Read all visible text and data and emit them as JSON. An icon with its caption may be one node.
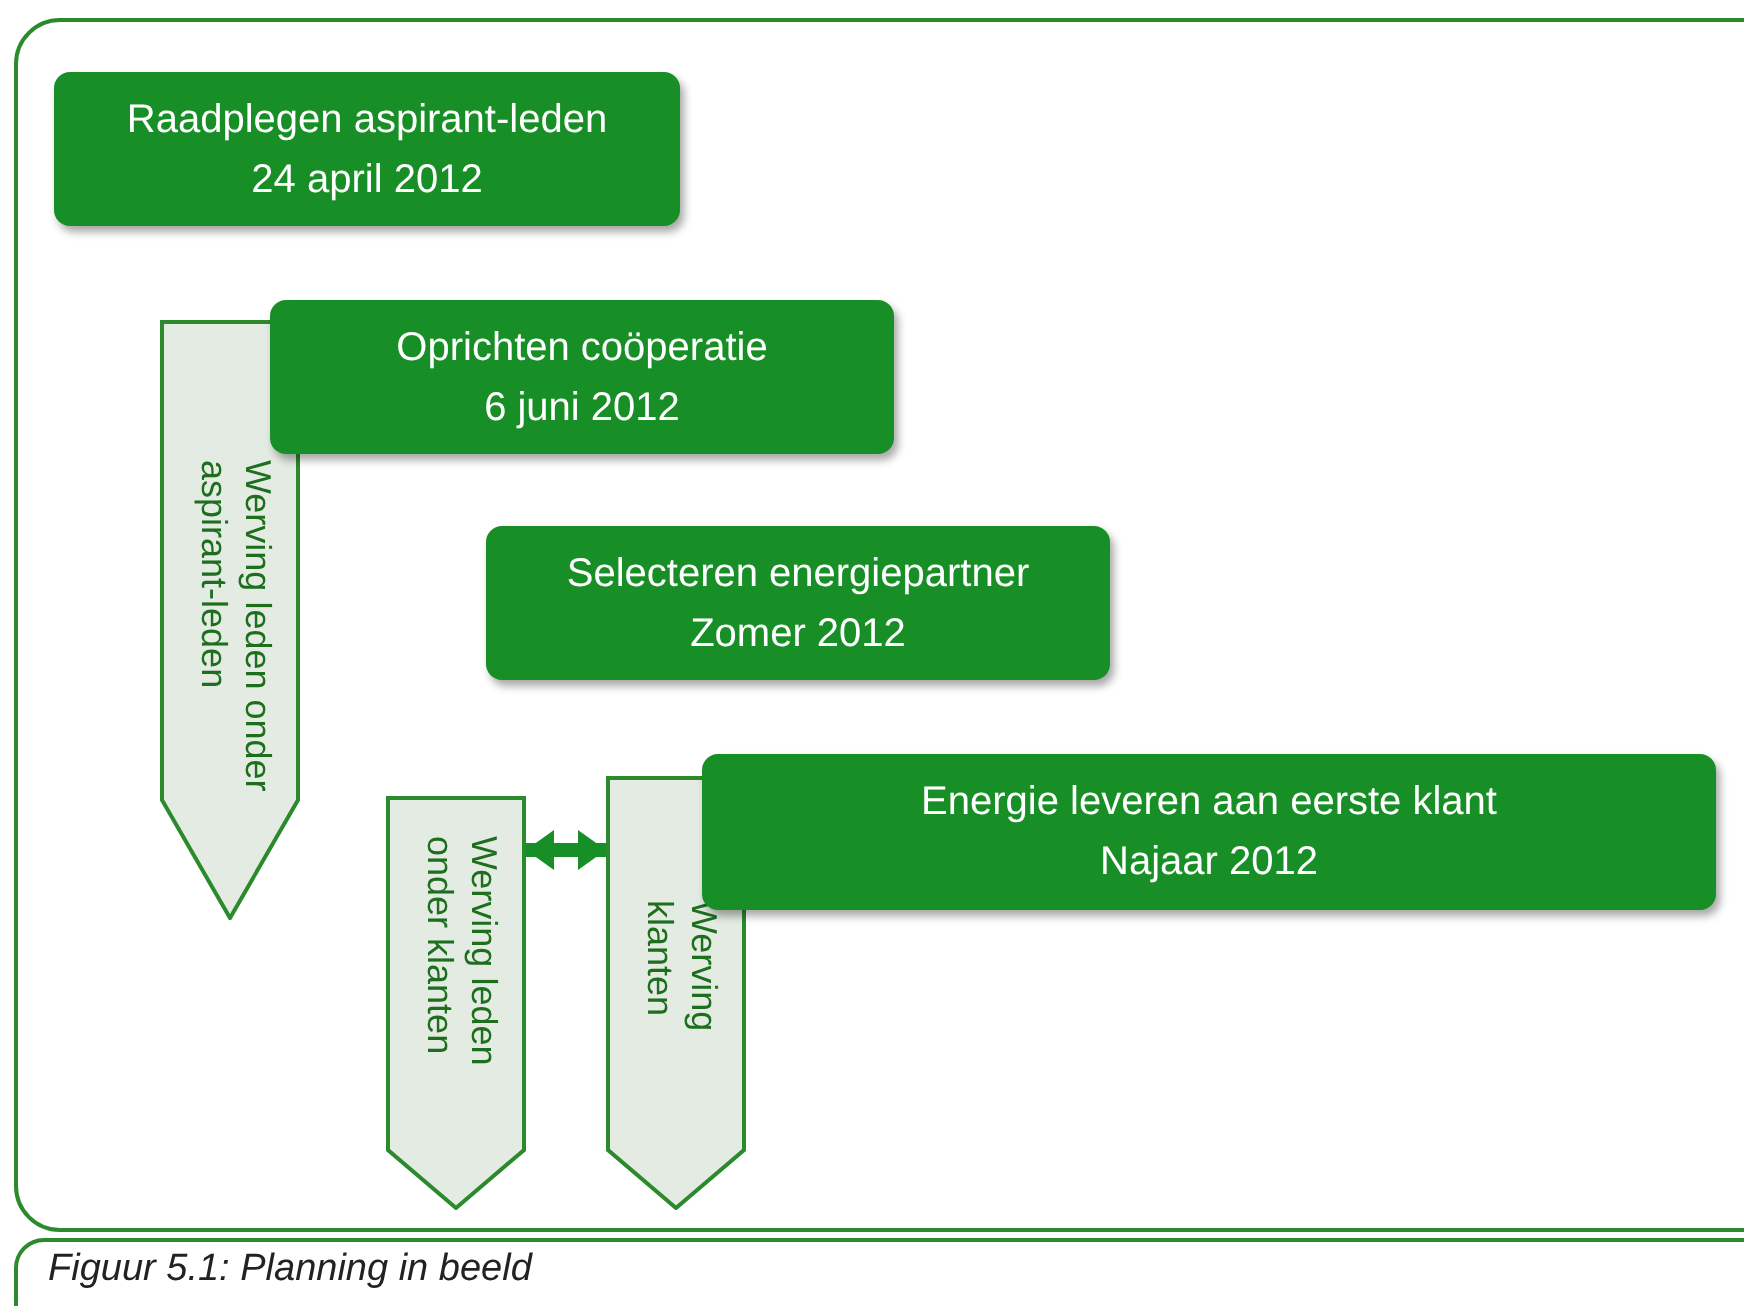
{
  "diagram": {
    "caption": "Figuur 5.1: Planning in beeld",
    "nodes": [
      {
        "text": [
          "Raadplegen aspirant-leden",
          "24 april 2012"
        ]
      },
      {
        "text": [
          "Oprichten coöperatie",
          "6 juni 2012"
        ]
      },
      {
        "text": [
          "Werving leden onder aspirant-leden"
        ]
      },
      {
        "text": [
          "Selecteren energiepartner",
          "Zomer 2012"
        ]
      },
      {
        "text": [
          "Energie leveren aan eerste klant",
          "Najaar 2012"
        ]
      },
      {
        "text": [
          "Werving leden onder klanten"
        ]
      },
      {
        "text": [
          "Werving klanten"
        ]
      }
    ],
    "edges": [
      {
        "from": 5,
        "to": 6,
        "arrow": "both"
      }
    ]
  }
}
